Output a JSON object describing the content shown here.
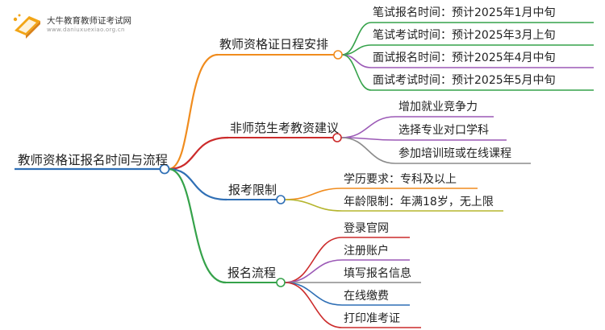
{
  "logo": {
    "name": "大牛教育教师证考试网",
    "url": "www.daniuxuexiao.org.cn"
  },
  "root": {
    "label": "教师资格证报名时间与流程",
    "color": "#2f6fb5"
  },
  "branches": [
    {
      "id": "schedule",
      "label": "教师资格证日程安排",
      "color": "#f08c1e",
      "children": [
        {
          "label": "笔试报名时间：预计2025年1月中旬",
          "color": "#35a24a"
        },
        {
          "label": "笔试考试时间：预计2025年3月上旬",
          "color": "#35a24a"
        },
        {
          "label": "面试报名时间：预计2025年4月中旬",
          "color": "#9b59b6"
        },
        {
          "label": "面试考试时间：预计2025年5月中旬",
          "color": "#35a24a"
        }
      ]
    },
    {
      "id": "advice",
      "label": "非师范生考教资建议",
      "color": "#cc2b2b",
      "children": [
        {
          "label": "增加就业竞争力",
          "color": "#9b59b6"
        },
        {
          "label": "选择专业对口学科",
          "color": "#9b59b6"
        },
        {
          "label": "参加培训班或在线课程",
          "color": "#8c8c8c"
        }
      ]
    },
    {
      "id": "limits",
      "label": "报考限制",
      "color": "#2f6fb5",
      "children": [
        {
          "label": "学历要求：专科及以上",
          "color": "#f08c1e"
        },
        {
          "label": "年龄限制：年满18岁，无上限",
          "color": "#b5b52e"
        }
      ]
    },
    {
      "id": "process",
      "label": "报名流程",
      "color": "#35a24a",
      "children": [
        {
          "label": "登录官网",
          "color": "#cc2b2b"
        },
        {
          "label": "注册账户",
          "color": "#9b59b6"
        },
        {
          "label": "填写报名信息",
          "color": "#8c8c8c"
        },
        {
          "label": "在线缴费",
          "color": "#2f6fb5"
        },
        {
          "label": "打印准考证",
          "color": "#cc2b2b"
        }
      ]
    }
  ]
}
